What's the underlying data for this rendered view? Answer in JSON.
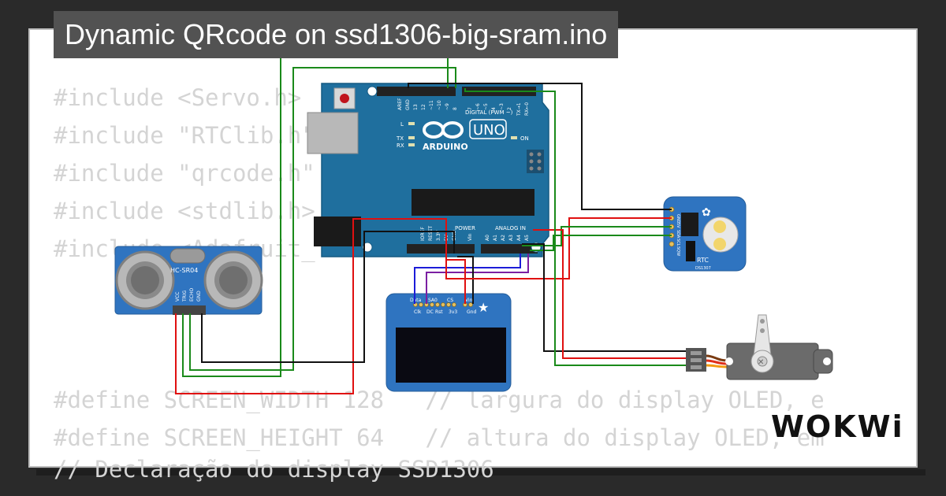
{
  "title": "Dynamic QRcode on ssd1306-big-sram.ino",
  "code_lines_top": [
    "#include <Servo.h>",
    "#include \"RTClib.h\"",
    "#include \"qrcode.h\"",
    "#include <stdlib.h>",
    "#include <Adafruit_"
  ],
  "code_lines_bottom": [
    "#define SCREEN_WIDTH 128   // largura do display OLED, e",
    "#define SCREEN_HEIGHT 64   // altura do display OLED, em",
    "// Declaração do display SSD1306"
  ],
  "brand": "WOKWi",
  "components": {
    "arduino": {
      "logo_text": "ARDUINO",
      "model": "UNO",
      "digital_label": "DIGITAL (PWM ~)",
      "power_label": "POWER",
      "analog_label": "ANALOG IN",
      "led_l": "L",
      "led_tx": "TX",
      "led_rx": "RX",
      "led_on": "ON",
      "pin_aref": "AREF",
      "pin_gnd": "GND",
      "pin_13": "13",
      "pin_12": "12",
      "pin_11": "~11",
      "pin_10": "~10",
      "pin_9": "~9",
      "pin_8": "8",
      "pin_7": "7",
      "pin_6": "~6",
      "pin_5": "~5",
      "pin_4": "4",
      "pin_3": "~3",
      "pin_2": "2",
      "pin_tx1": "TX→1",
      "pin_rx0": "RX←0",
      "pin_ioref": "IOREF",
      "pin_reset": "RESET",
      "pin_3v3": "3.3V",
      "pin_5v": "5V",
      "pin_gnd_power": "GND",
      "pin_vin": "Vin",
      "pin_a0": "A0",
      "pin_a1": "A1",
      "pin_a2": "A2",
      "pin_a3": "A3",
      "pin_a4": "A4",
      "pin_a5": "A5"
    },
    "ultrasonic": {
      "model": "HC-SR04",
      "pin_vcc": "VCC",
      "pin_trig": "TRIG",
      "pin_echo": "ECHO",
      "pin_gnd": "GND"
    },
    "oled": {
      "pin_data": "Data",
      "pin_sa0": "SA0",
      "pin_cs": "CS",
      "pin_vin": "Vin",
      "pin_clk": "Clk",
      "pin_dc": "DC",
      "pin_rst": "Rst",
      "pin_3v3": "3v3",
      "pin_gnd": "Gnd"
    },
    "rtc": {
      "label": "RTC",
      "chip": "DS1307",
      "pin_gnd": "GND",
      "pin_5v": "5V",
      "pin_sda": "SDA",
      "pin_scl": "SCL",
      "pin_sqw": "SQW"
    }
  },
  "colors": {
    "wire_green": "#1a8a1a",
    "wire_black": "#111111",
    "wire_red": "#e01010",
    "wire_blue": "#1c1cd8",
    "wire_purple": "#7b1fa2",
    "board_blue": "#1f6f9e",
    "sensor_blue": "#2f74c0"
  }
}
